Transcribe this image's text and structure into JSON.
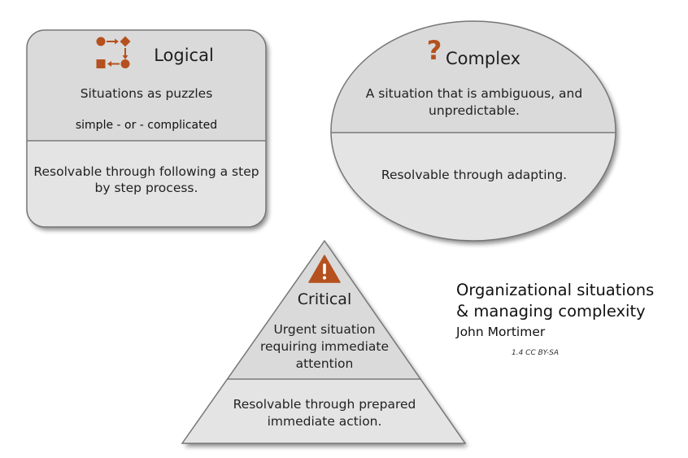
{
  "colors": {
    "shape_fill": "#dadada",
    "shape_fill_lower": "#e4e4e4",
    "shape_stroke": "#777777",
    "accent": "#b5511e"
  },
  "logical": {
    "icon": "flowchart-icon",
    "title": "Logical",
    "subtitle": "Situations as puzzles",
    "qualifier": "simple -  or  -  complicated",
    "resolution_line1": "Resolvable through following a step",
    "resolution_line2": "by step process."
  },
  "complex": {
    "icon": "question-mark-icon",
    "icon_glyph": "?",
    "title": "Complex",
    "description_line1": "A situation that is ambiguous, and",
    "description_line2": "unpredictable.",
    "resolution": "Resolvable through adapting."
  },
  "critical": {
    "icon": "warning-icon",
    "title": "Critical",
    "description_line1": "Urgent  situation",
    "description_line2": "requiring immediate",
    "description_line3": "attention",
    "resolution_line1": "Resolvable through prepared",
    "resolution_line2": "immediate action."
  },
  "caption": {
    "title_line1": "Organizational situations",
    "title_line2": "& managing  complexity",
    "author": "John Mortimer",
    "license": "1.4 CC BY-SA"
  }
}
